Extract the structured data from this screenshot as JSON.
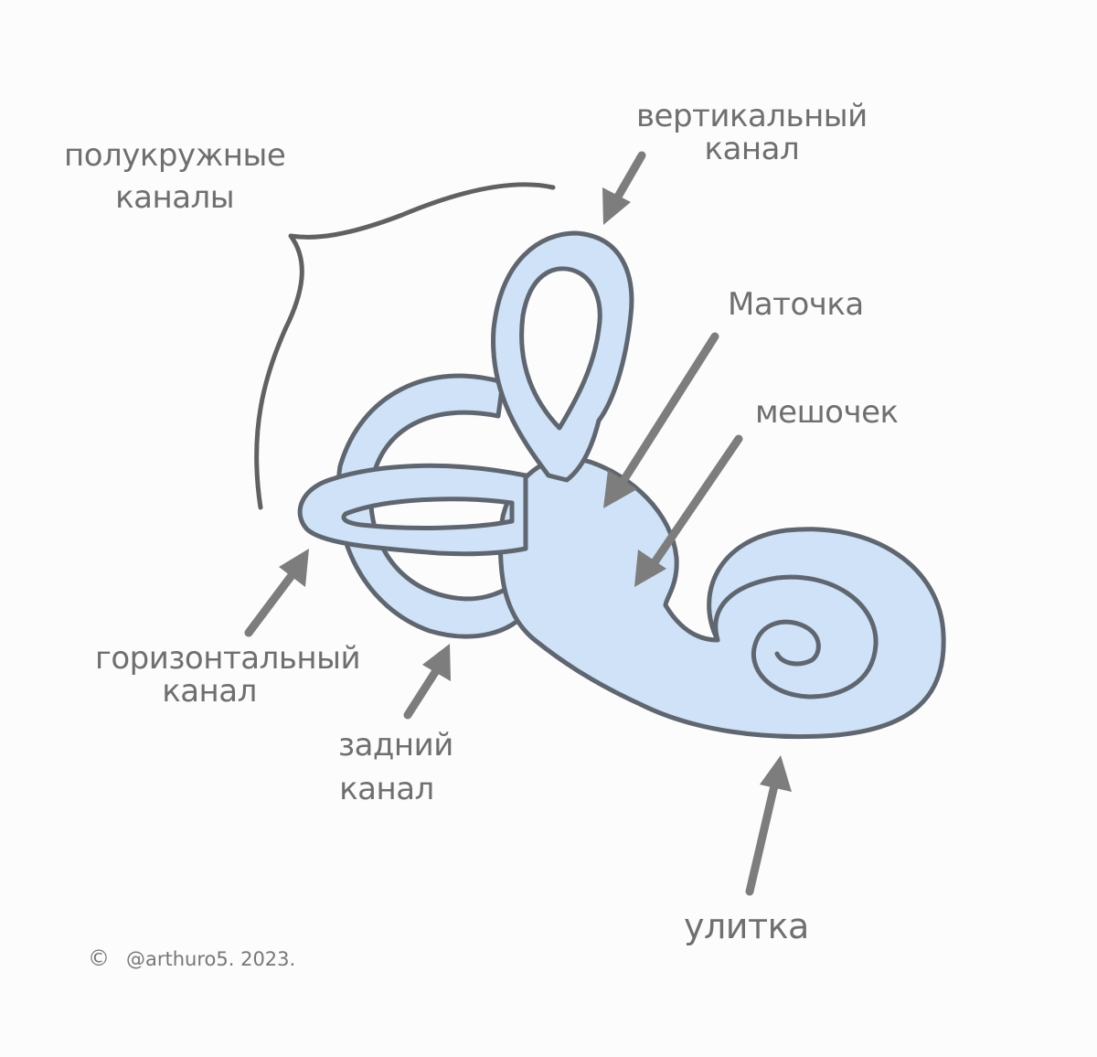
{
  "labels": {
    "semicircular_canals": [
      "полукружные",
      "каналы"
    ],
    "vertical_canal": [
      "вертикальный",
      "канал"
    ],
    "utricle": "Маточка",
    "saccule": "мешочек",
    "horizontal_canal": [
      "горизонтальный",
      "канал"
    ],
    "posterior_canal": [
      "задний",
      "канал"
    ],
    "cochlea": "улитка"
  },
  "credit": {
    "symbol": "©",
    "text": "@arthuro5. 2023."
  },
  "colors": {
    "structure_fill": "#cfe2f7",
    "structure_outline": "#5f6670",
    "arrow": "#7d7d7d",
    "text": "#6f6f6f"
  }
}
